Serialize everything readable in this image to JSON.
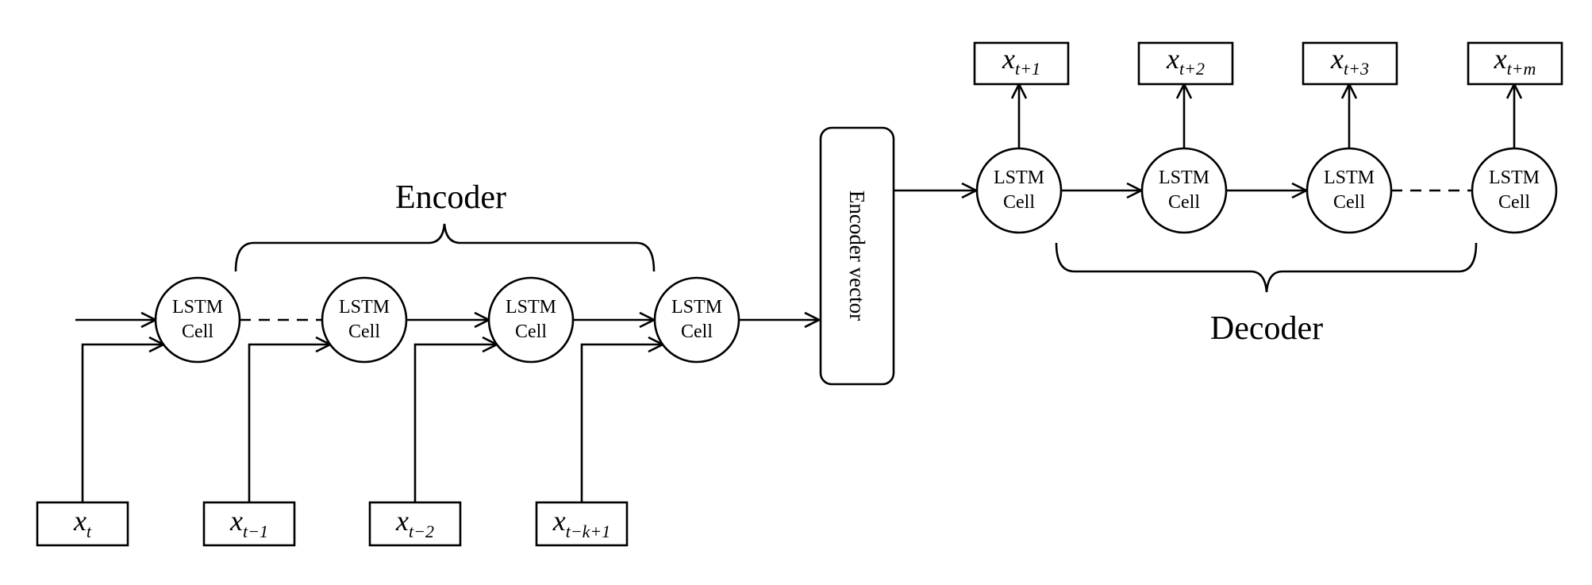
{
  "labels": {
    "encoder": "Encoder",
    "decoder": "Decoder",
    "encoder_vector": "Encoder vector"
  },
  "cell": {
    "line1": "LSTM",
    "line2": "Cell"
  },
  "inputs": [
    {
      "var": "x",
      "sub": "t"
    },
    {
      "var": "x",
      "sub": "t−1"
    },
    {
      "var": "x",
      "sub": "t−2"
    },
    {
      "var": "x",
      "sub": "t−k+1"
    }
  ],
  "outputs": [
    {
      "var": "x",
      "sub": "t+1"
    },
    {
      "var": "x",
      "sub": "t+2"
    },
    {
      "var": "x",
      "sub": "t+3"
    },
    {
      "var": "x",
      "sub": "t+m"
    }
  ]
}
